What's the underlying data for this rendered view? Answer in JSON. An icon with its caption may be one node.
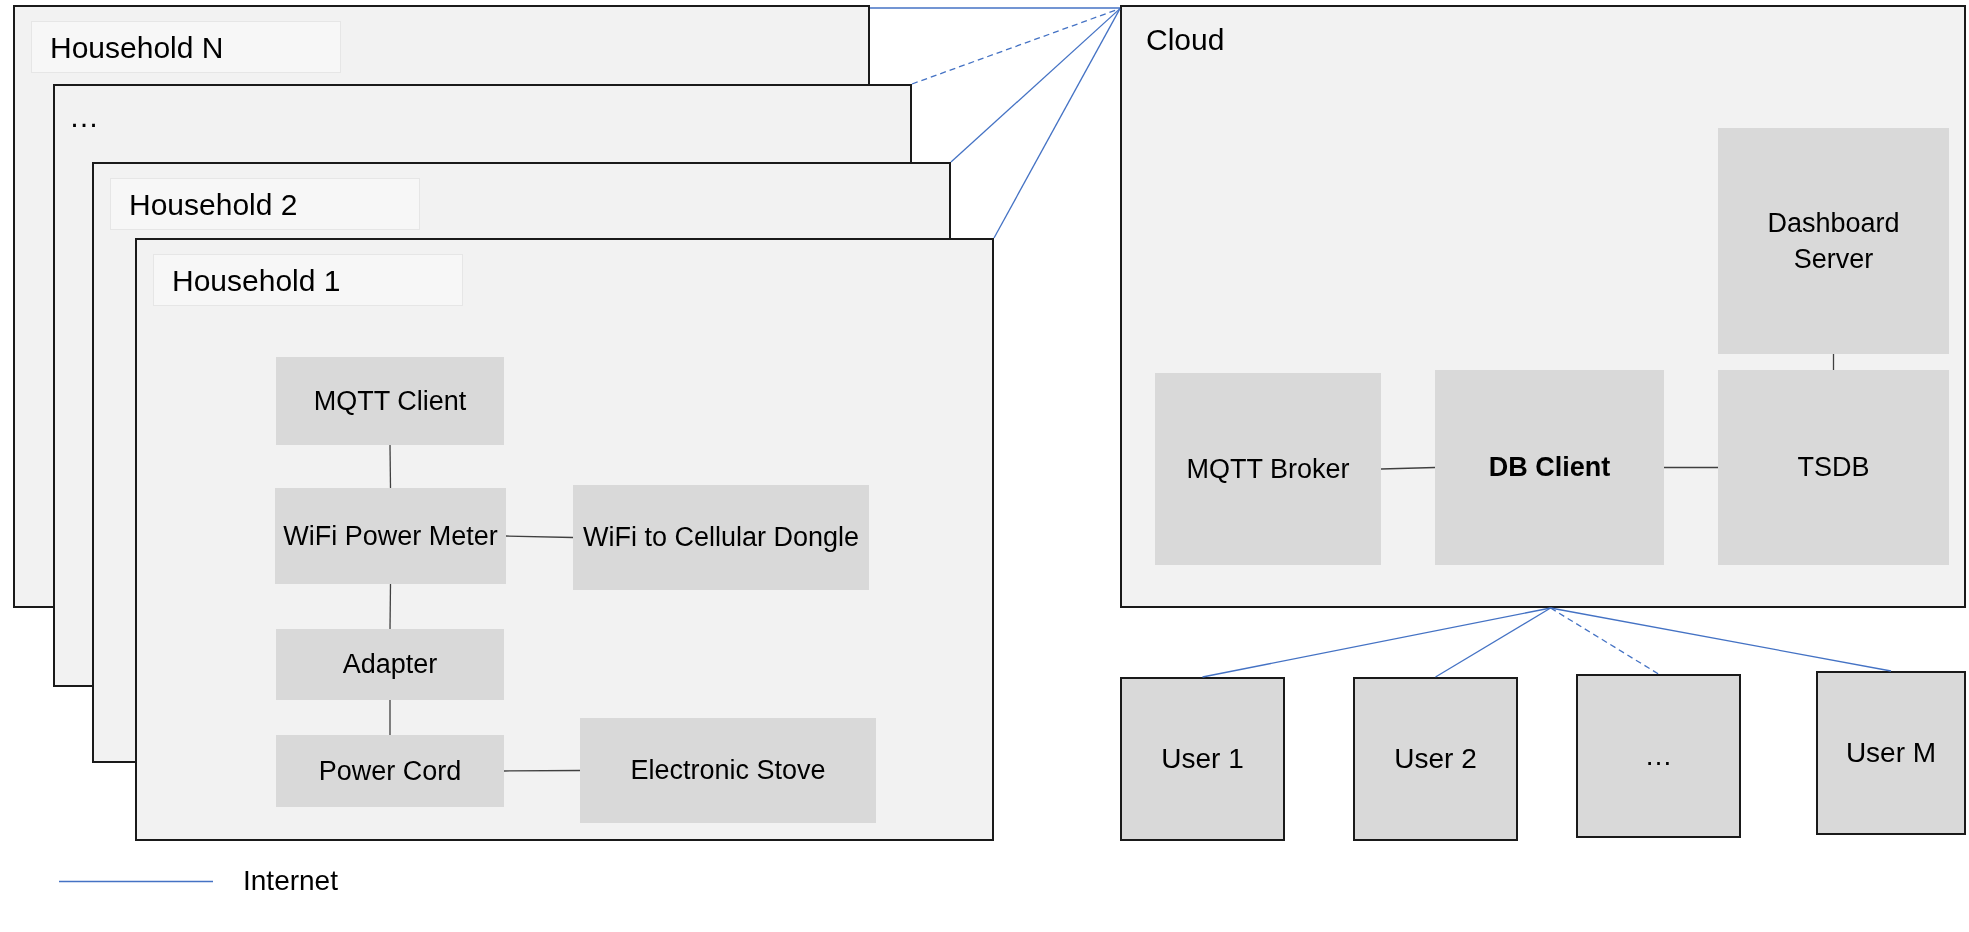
{
  "diagram": {
    "nodes": [
      {
        "text": [
          "Household N"
        ]
      },
      {
        "text": [
          "…"
        ]
      },
      {
        "text": [
          "Household 2"
        ]
      },
      {
        "text": [
          "Household 1"
        ]
      },
      {
        "text": [
          "MQTT Client"
        ],
        "in": 3
      },
      {
        "text": [
          "WiFi Power Meter"
        ],
        "in": 3
      },
      {
        "text": [
          "WiFi to Cellular Dongle"
        ],
        "in": 3
      },
      {
        "text": [
          "Adapter"
        ],
        "in": 3
      },
      {
        "text": [
          "Power Cord"
        ],
        "in": 3
      },
      {
        "text": [
          "Electronic Stove"
        ],
        "in": 3
      },
      {
        "text": [
          "Cloud"
        ]
      },
      {
        "text": [
          "Dashboard Server"
        ],
        "in": 10
      },
      {
        "text": [
          "MQTT Broker"
        ],
        "in": 10
      },
      {
        "text": [
          "DB Client"
        ],
        "in": 10
      },
      {
        "text": [
          "TSDB"
        ],
        "in": 10
      },
      {
        "text": [
          "User 1"
        ]
      },
      {
        "text": [
          "User 2"
        ]
      },
      {
        "text": [
          "…"
        ]
      },
      {
        "text": [
          "User M"
        ]
      }
    ],
    "edges": [
      {
        "from": 0,
        "to": 10,
        "arrow": "none",
        "color": "#4472c4"
      },
      {
        "from": 1,
        "to": 10,
        "arrow": "none",
        "style": "dashed",
        "color": "#4472c4"
      },
      {
        "from": 2,
        "to": 10,
        "arrow": "none",
        "color": "#4472c4"
      },
      {
        "from": 3,
        "to": 10,
        "arrow": "none",
        "color": "#4472c4"
      },
      {
        "from": 4,
        "to": 5,
        "arrow": "none",
        "color": "#404040"
      },
      {
        "from": 5,
        "to": 6,
        "arrow": "none",
        "color": "#404040"
      },
      {
        "from": 5,
        "to": 7,
        "arrow": "none",
        "color": "#404040"
      },
      {
        "from": 7,
        "to": 8,
        "arrow": "none",
        "color": "#404040"
      },
      {
        "from": 8,
        "to": 9,
        "arrow": "none",
        "color": "#404040"
      },
      {
        "from": 12,
        "to": 13,
        "arrow": "none",
        "color": "#404040"
      },
      {
        "from": 13,
        "to": 14,
        "arrow": "none",
        "color": "#404040"
      },
      {
        "from": 11,
        "to": 14,
        "arrow": "none",
        "color": "#404040"
      },
      {
        "from": 10,
        "to": 15,
        "arrow": "none",
        "color": "#4472c4"
      },
      {
        "from": 10,
        "to": 16,
        "arrow": "none",
        "color": "#4472c4"
      },
      {
        "from": 10,
        "to": 17,
        "arrow": "none",
        "style": "dashed",
        "color": "#4472c4"
      },
      {
        "from": 10,
        "to": 18,
        "arrow": "none",
        "color": "#4472c4"
      }
    ],
    "legend": [
      {
        "text": "Internet"
      }
    ]
  }
}
